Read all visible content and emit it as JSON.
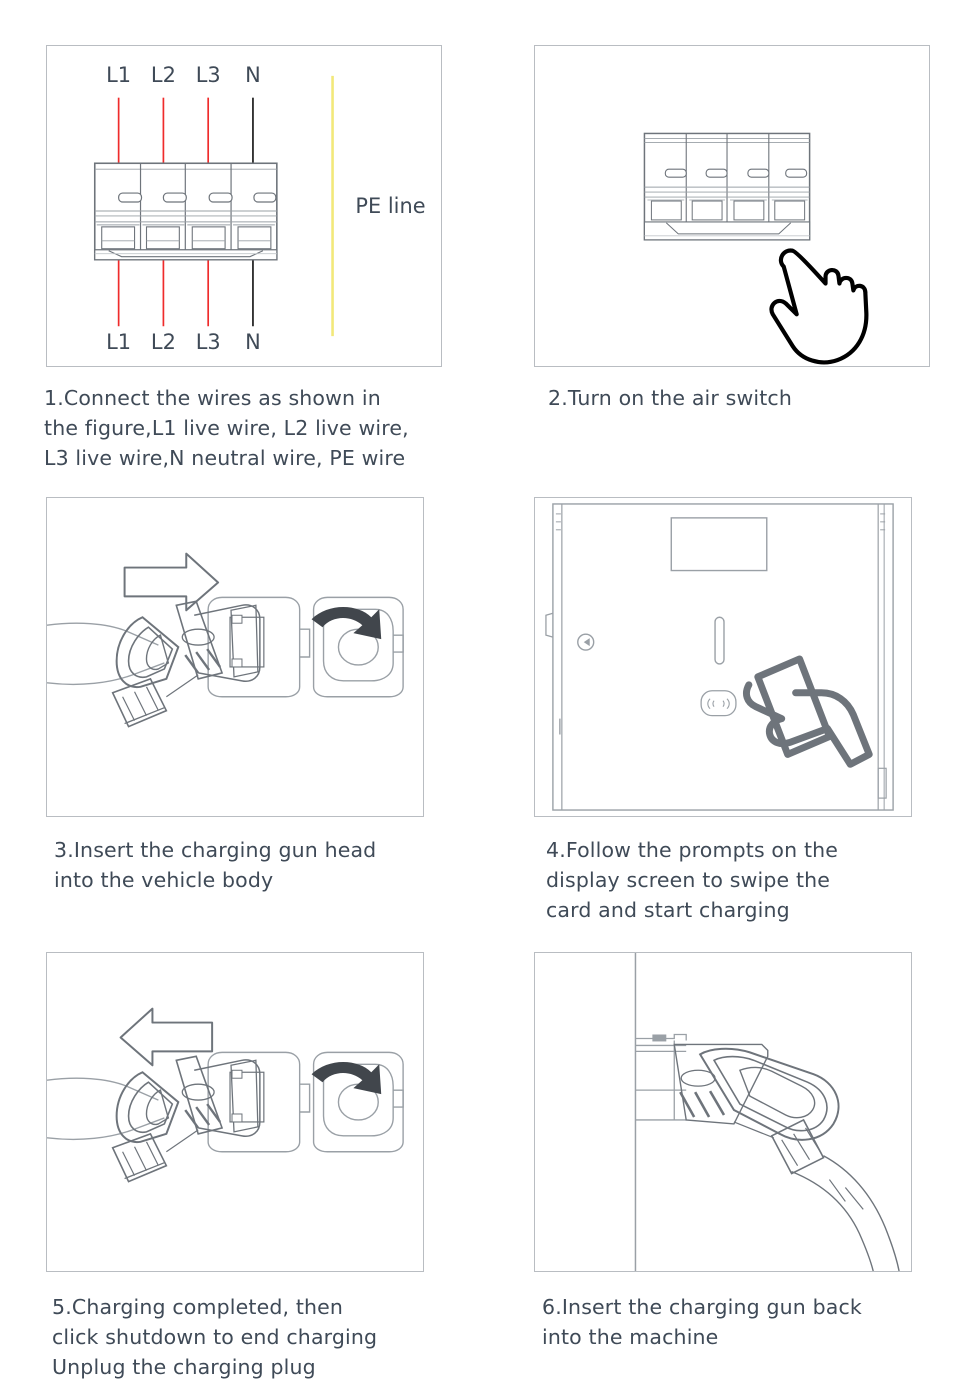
{
  "document": {
    "title": "EV Charger Installation and Charging Steps",
    "background_color": "#ffffff",
    "text_color": "#3f4a57",
    "panel_border_color": "#b9bdc2"
  },
  "colors": {
    "live_wire": "#ef2b2b",
    "neutral_wire": "#1a1a1a",
    "pe_line": "#f2e87a",
    "line_art": "#6e747b",
    "line_art_light": "#9aa0a6",
    "dark_arrow": "#41464c",
    "hand_outline": "#000000",
    "card_hand_outline": "#6e747b"
  },
  "steps": [
    {
      "number": "1",
      "caption": "1.Connect the wires as shown in\nthe figure,L1 live wire, L2 live wire,\nL3 live wire,N neutral wire, PE wire",
      "panel_name": "breaker-wiring-diagram",
      "labels": {
        "top": [
          "L1",
          "L2",
          "L3",
          "N"
        ],
        "bottom": [
          "L1",
          "L2",
          "L3",
          "N"
        ],
        "pe": "PE line"
      },
      "wire_colors": [
        "#ef2b2b",
        "#ef2b2b",
        "#ef2b2b",
        "#1a1a1a"
      ]
    },
    {
      "number": "2",
      "caption": "2.Turn on the air switch",
      "panel_name": "air-switch-toggle-diagram",
      "icon": "pointing-hand-icon"
    },
    {
      "number": "3",
      "caption": "3.Insert the charging gun head\ninto the vehicle body",
      "panel_name": "insert-gun-into-vehicle-diagram",
      "arrow_direction": "right",
      "icon": "curved-arrow-icon"
    },
    {
      "number": "4",
      "caption": "4.Follow the prompts on the\ndisplay screen to swipe the\ncard and start charging",
      "panel_name": "charger-swipe-card-diagram",
      "icon": "hand-holding-card-icon",
      "features": [
        "display-screen",
        "led-indicator-strip",
        "rfid-reader",
        "lock-screw"
      ]
    },
    {
      "number": "5",
      "caption": "5.Charging completed, then\nclick shutdown to end charging\nUnplug the charging plug",
      "panel_name": "remove-gun-from-vehicle-diagram",
      "arrow_direction": "left",
      "icon": "curved-arrow-icon"
    },
    {
      "number": "6",
      "caption": "6.Insert the charging gun back\ninto the machine",
      "panel_name": "holster-gun-into-machine-diagram"
    }
  ]
}
